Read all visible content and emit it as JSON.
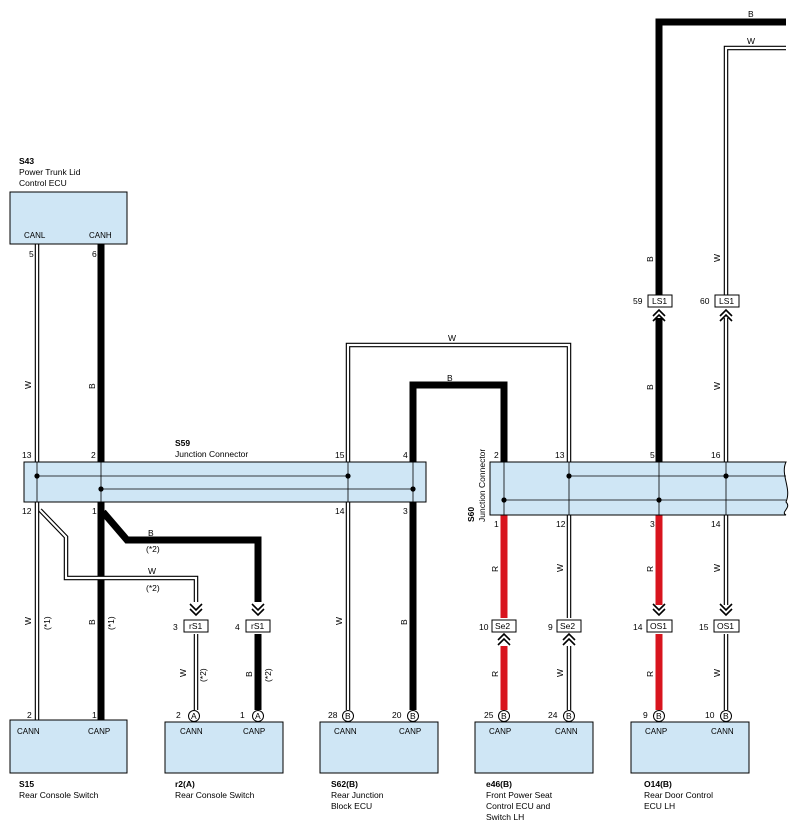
{
  "colors": {
    "box_fill": "#cfe6f5",
    "red_wire": "#d8141e",
    "black_wire": "#000000"
  },
  "components": {
    "s43": {
      "code": "S43",
      "name1": "Power Trunk Lid",
      "name2": "Control ECU",
      "canl": "CANL",
      "canh": "CANH",
      "pin_canl": "5",
      "pin_canh": "6"
    },
    "s59": {
      "code": "S59",
      "name": "Junction Connector",
      "top_pins": [
        "13",
        "2",
        "15",
        "4"
      ],
      "bottom_pins": [
        "12",
        "1",
        "14",
        "3"
      ]
    },
    "s60": {
      "code": "S60",
      "name": "Junction Connector",
      "top_pins": [
        "2",
        "13",
        "5",
        "16"
      ],
      "bottom_pins": [
        "1",
        "12",
        "3",
        "14"
      ]
    },
    "s15": {
      "code": "S15",
      "name": "Rear Console Switch",
      "cann": "CANN",
      "canp": "CANP",
      "pin_cann": "2",
      "pin_canp": "1"
    },
    "r2": {
      "code": "r2(A)",
      "name": "Rear Console Switch",
      "cann": "CANN",
      "canp": "CANP",
      "pin_cann": "2",
      "pin_canp": "1",
      "circle": "A"
    },
    "s62": {
      "code": "S62(B)",
      "name1": "Rear Junction",
      "name2": "Block ECU",
      "cann": "CANN",
      "canp": "CANP",
      "pin_cann": "28",
      "pin_canp": "20",
      "circle": "B"
    },
    "e46": {
      "code": "e46(B)",
      "name1": "Front Power Seat",
      "name2": "Control ECU and",
      "name3": "Switch LH",
      "canp": "CANP",
      "cann": "CANN",
      "pin_canp": "25",
      "pin_cann": "24",
      "circle": "B"
    },
    "o14": {
      "code": "O14(B)",
      "name1": "Rear Door Control",
      "name2": "ECU LH",
      "canp": "CANP",
      "cann": "CANN",
      "pin_canp": "9",
      "pin_cann": "10",
      "circle": "B"
    }
  },
  "connectors": {
    "rs1_a": {
      "label": "rS1",
      "pin": "3"
    },
    "rs1_b": {
      "label": "rS1",
      "pin": "4"
    },
    "se2_a": {
      "label": "Se2",
      "pin": "10"
    },
    "se2_b": {
      "label": "Se2",
      "pin": "9"
    },
    "os1_a": {
      "label": "OS1",
      "pin": "14"
    },
    "os1_b": {
      "label": "OS1",
      "pin": "15"
    },
    "ls1_a": {
      "label": "LS1",
      "pin": "59"
    },
    "ls1_b": {
      "label": "LS1",
      "pin": "60"
    }
  },
  "wire_colors": {
    "b": "B",
    "w": "W",
    "r": "R"
  },
  "notes": {
    "n1": "(*1)",
    "n2": "(*2)"
  }
}
